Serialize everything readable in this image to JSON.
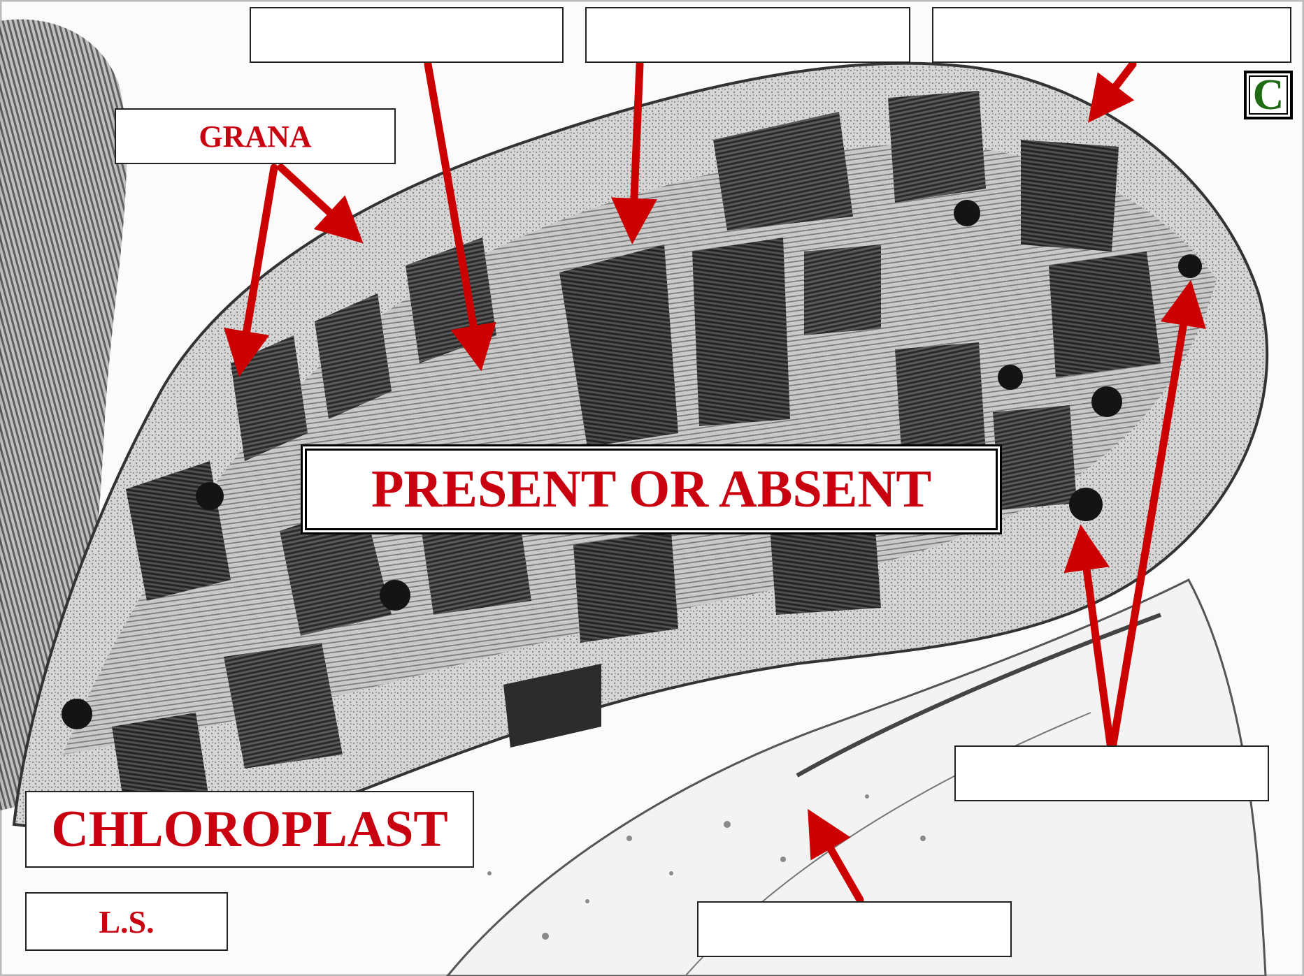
{
  "figure": {
    "title": "CHLOROPLAST",
    "section_label": "L.S.",
    "center_prompt": "PRESENT OR ABSENT",
    "panel_letter": "C"
  },
  "labels": {
    "grana": "GRANA",
    "top_left_blank": "",
    "top_middle_blank": "",
    "top_right_blank": "",
    "right_blank": "",
    "bottom_blank": ""
  },
  "colors": {
    "arrow": "#cc0000",
    "label_text": "#c8000f",
    "panel_letter": "#1e6b14",
    "micrograph_dark": "#3a3a3a",
    "micrograph_light": "#f4f4f4"
  }
}
